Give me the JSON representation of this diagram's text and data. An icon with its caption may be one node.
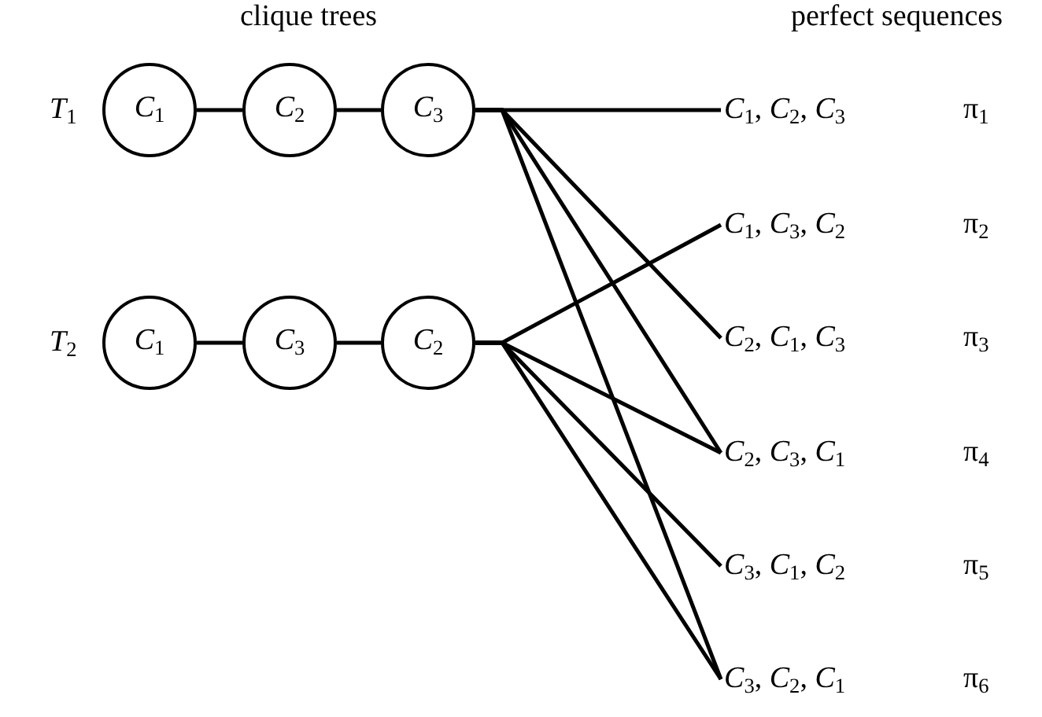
{
  "diagram": {
    "nodes": [
      {
        "text": [
          "*C*$_{1}$"
        ]
      },
      {
        "text": [
          "*C*$_{2}$"
        ]
      },
      {
        "text": [
          "*C*$_{3}$"
        ]
      },
      {
        "text": [
          "*C*$_{1}$"
        ]
      },
      {
        "text": [
          "*C*$_{3}$"
        ]
      },
      {
        "text": [
          "*C*$_{2}$"
        ]
      },
      {
        "text": [
          "*C*$_{1}$, *C*$_{2}$, *C*$_{3}$"
        ],
        "beside": [
          "π$_{1}$"
        ]
      },
      {
        "text": [
          "*C*$_{1}$, *C*$_{3}$, *C*$_{2}$"
        ],
        "beside": [
          "π$_{2}$"
        ]
      },
      {
        "text": [
          "*C*$_{2}$, *C*$_{1}$, *C*$_{3}$"
        ],
        "beside": [
          "π$_{3}$"
        ]
      },
      {
        "text": [
          "*C*$_{2}$, *C*$_{3}$, *C*$_{1}$"
        ],
        "beside": [
          "π$_{4}$"
        ]
      },
      {
        "text": [
          "*C*$_{3}$, *C*$_{1}$, *C*$_{2}$"
        ],
        "beside": [
          "π$_{5}$"
        ]
      },
      {
        "text": [
          "*C*$_{3}$, *C*$_{2}$, *C*$_{1}$"
        ],
        "beside": [
          "π$_{6}$"
        ]
      }
    ],
    "edges": [
      {
        "from": 0,
        "to": 1,
        "arrow": "none"
      },
      {
        "from": 1,
        "to": 2,
        "arrow": "none"
      },
      {
        "from": 3,
        "to": 4,
        "arrow": "none"
      },
      {
        "from": 4,
        "to": 5,
        "arrow": "none"
      },
      {
        "from": 2,
        "to": 6,
        "arrow": "none"
      },
      {
        "from": 2,
        "to": 8,
        "arrow": "none"
      },
      {
        "from": 2,
        "to": 9,
        "arrow": "none"
      },
      {
        "from": 2,
        "to": 11,
        "arrow": "none"
      },
      {
        "from": 5,
        "to": 7,
        "arrow": "none"
      },
      {
        "from": 5,
        "to": 9,
        "arrow": "none"
      },
      {
        "from": 5,
        "to": 10,
        "arrow": "none"
      },
      {
        "from": 5,
        "to": 11,
        "arrow": "none"
      }
    ],
    "labels": [
      "clique trees",
      "perfect sequences",
      "*T*$_{1}$",
      "*T*$_{2}$"
    ]
  }
}
